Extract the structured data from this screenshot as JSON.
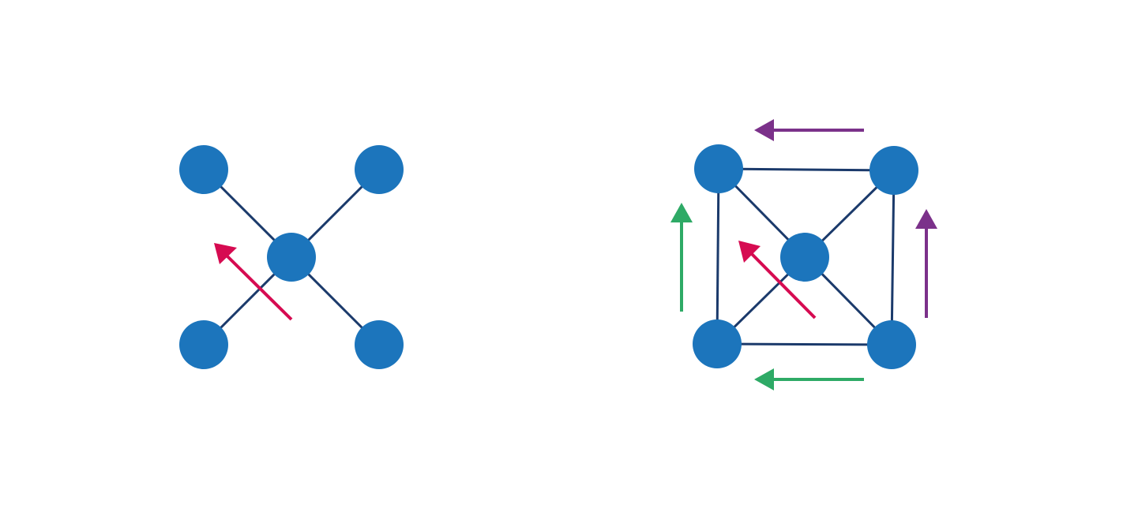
{
  "colors": {
    "node": "#1c75bc",
    "edge": "#1b3a6b",
    "red_arrow": "#d60b51",
    "green_arrow": "#2eaa66",
    "purple_arrow": "#7b318a",
    "background": "#ffffff"
  },
  "diagrams": [
    {
      "name": "cross-lattice",
      "nodes": 5,
      "arrows": [
        "red"
      ]
    },
    {
      "name": "square-lattice-with-diagonals",
      "nodes": 5,
      "arrows": [
        "red",
        "green",
        "green",
        "purple",
        "purple"
      ]
    }
  ]
}
